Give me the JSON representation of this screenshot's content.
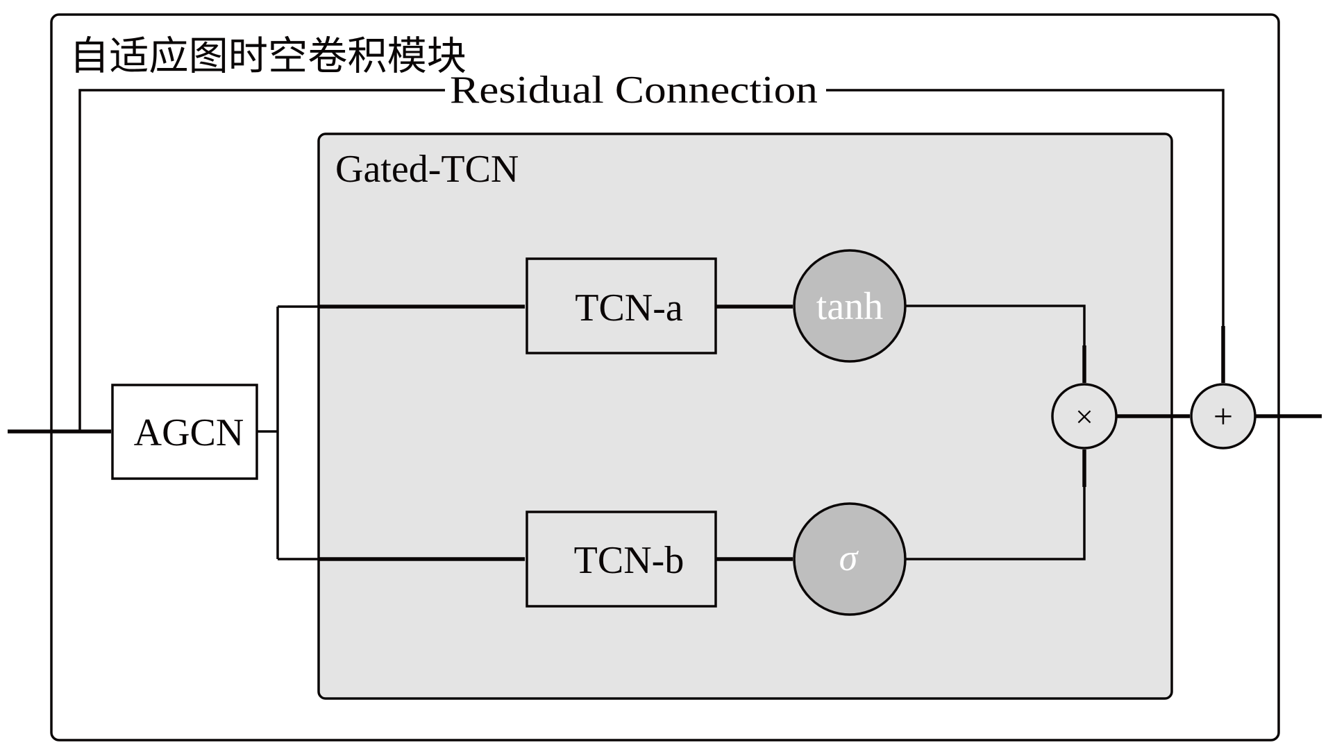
{
  "module": {
    "title": "自适应图时空卷积模块",
    "residual_label": "Residual Connection"
  },
  "gated_tcn": {
    "title": "Gated-TCN"
  },
  "nodes": {
    "agcn": "AGCN",
    "tcn_a": "TCN-a",
    "tcn_b": "TCN-b",
    "tanh": "tanh",
    "sigma": "σ",
    "multiply": "×",
    "add": "+"
  },
  "colors": {
    "stroke": "#0a0606",
    "gated_bg": "#e4e4e4",
    "activation_fill": "#bebebe",
    "activation_text": "#ffffff",
    "op_fill": "#e4e4e4",
    "background": "#ffffff"
  }
}
